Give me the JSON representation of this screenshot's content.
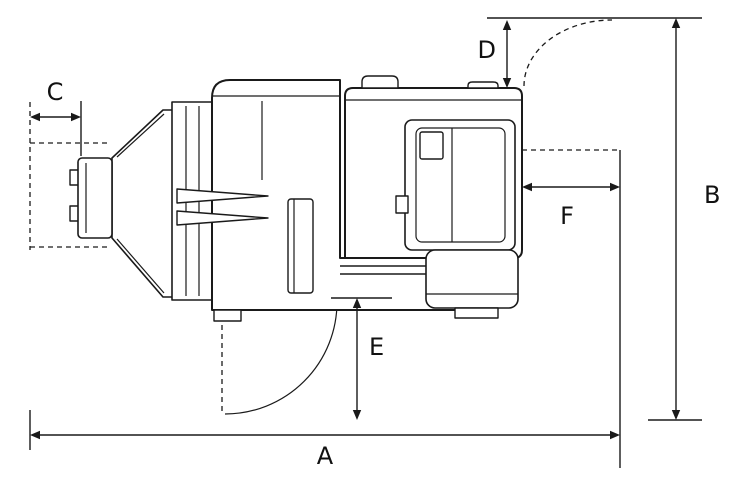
{
  "figure": {
    "description": "printer-clearance-dimension-diagram",
    "background": "#ffffff",
    "line_color": "#1a1a1a",
    "labels": {
      "A": "A",
      "B": "B",
      "C": "C",
      "D": "D",
      "E": "E",
      "F": "F"
    }
  }
}
